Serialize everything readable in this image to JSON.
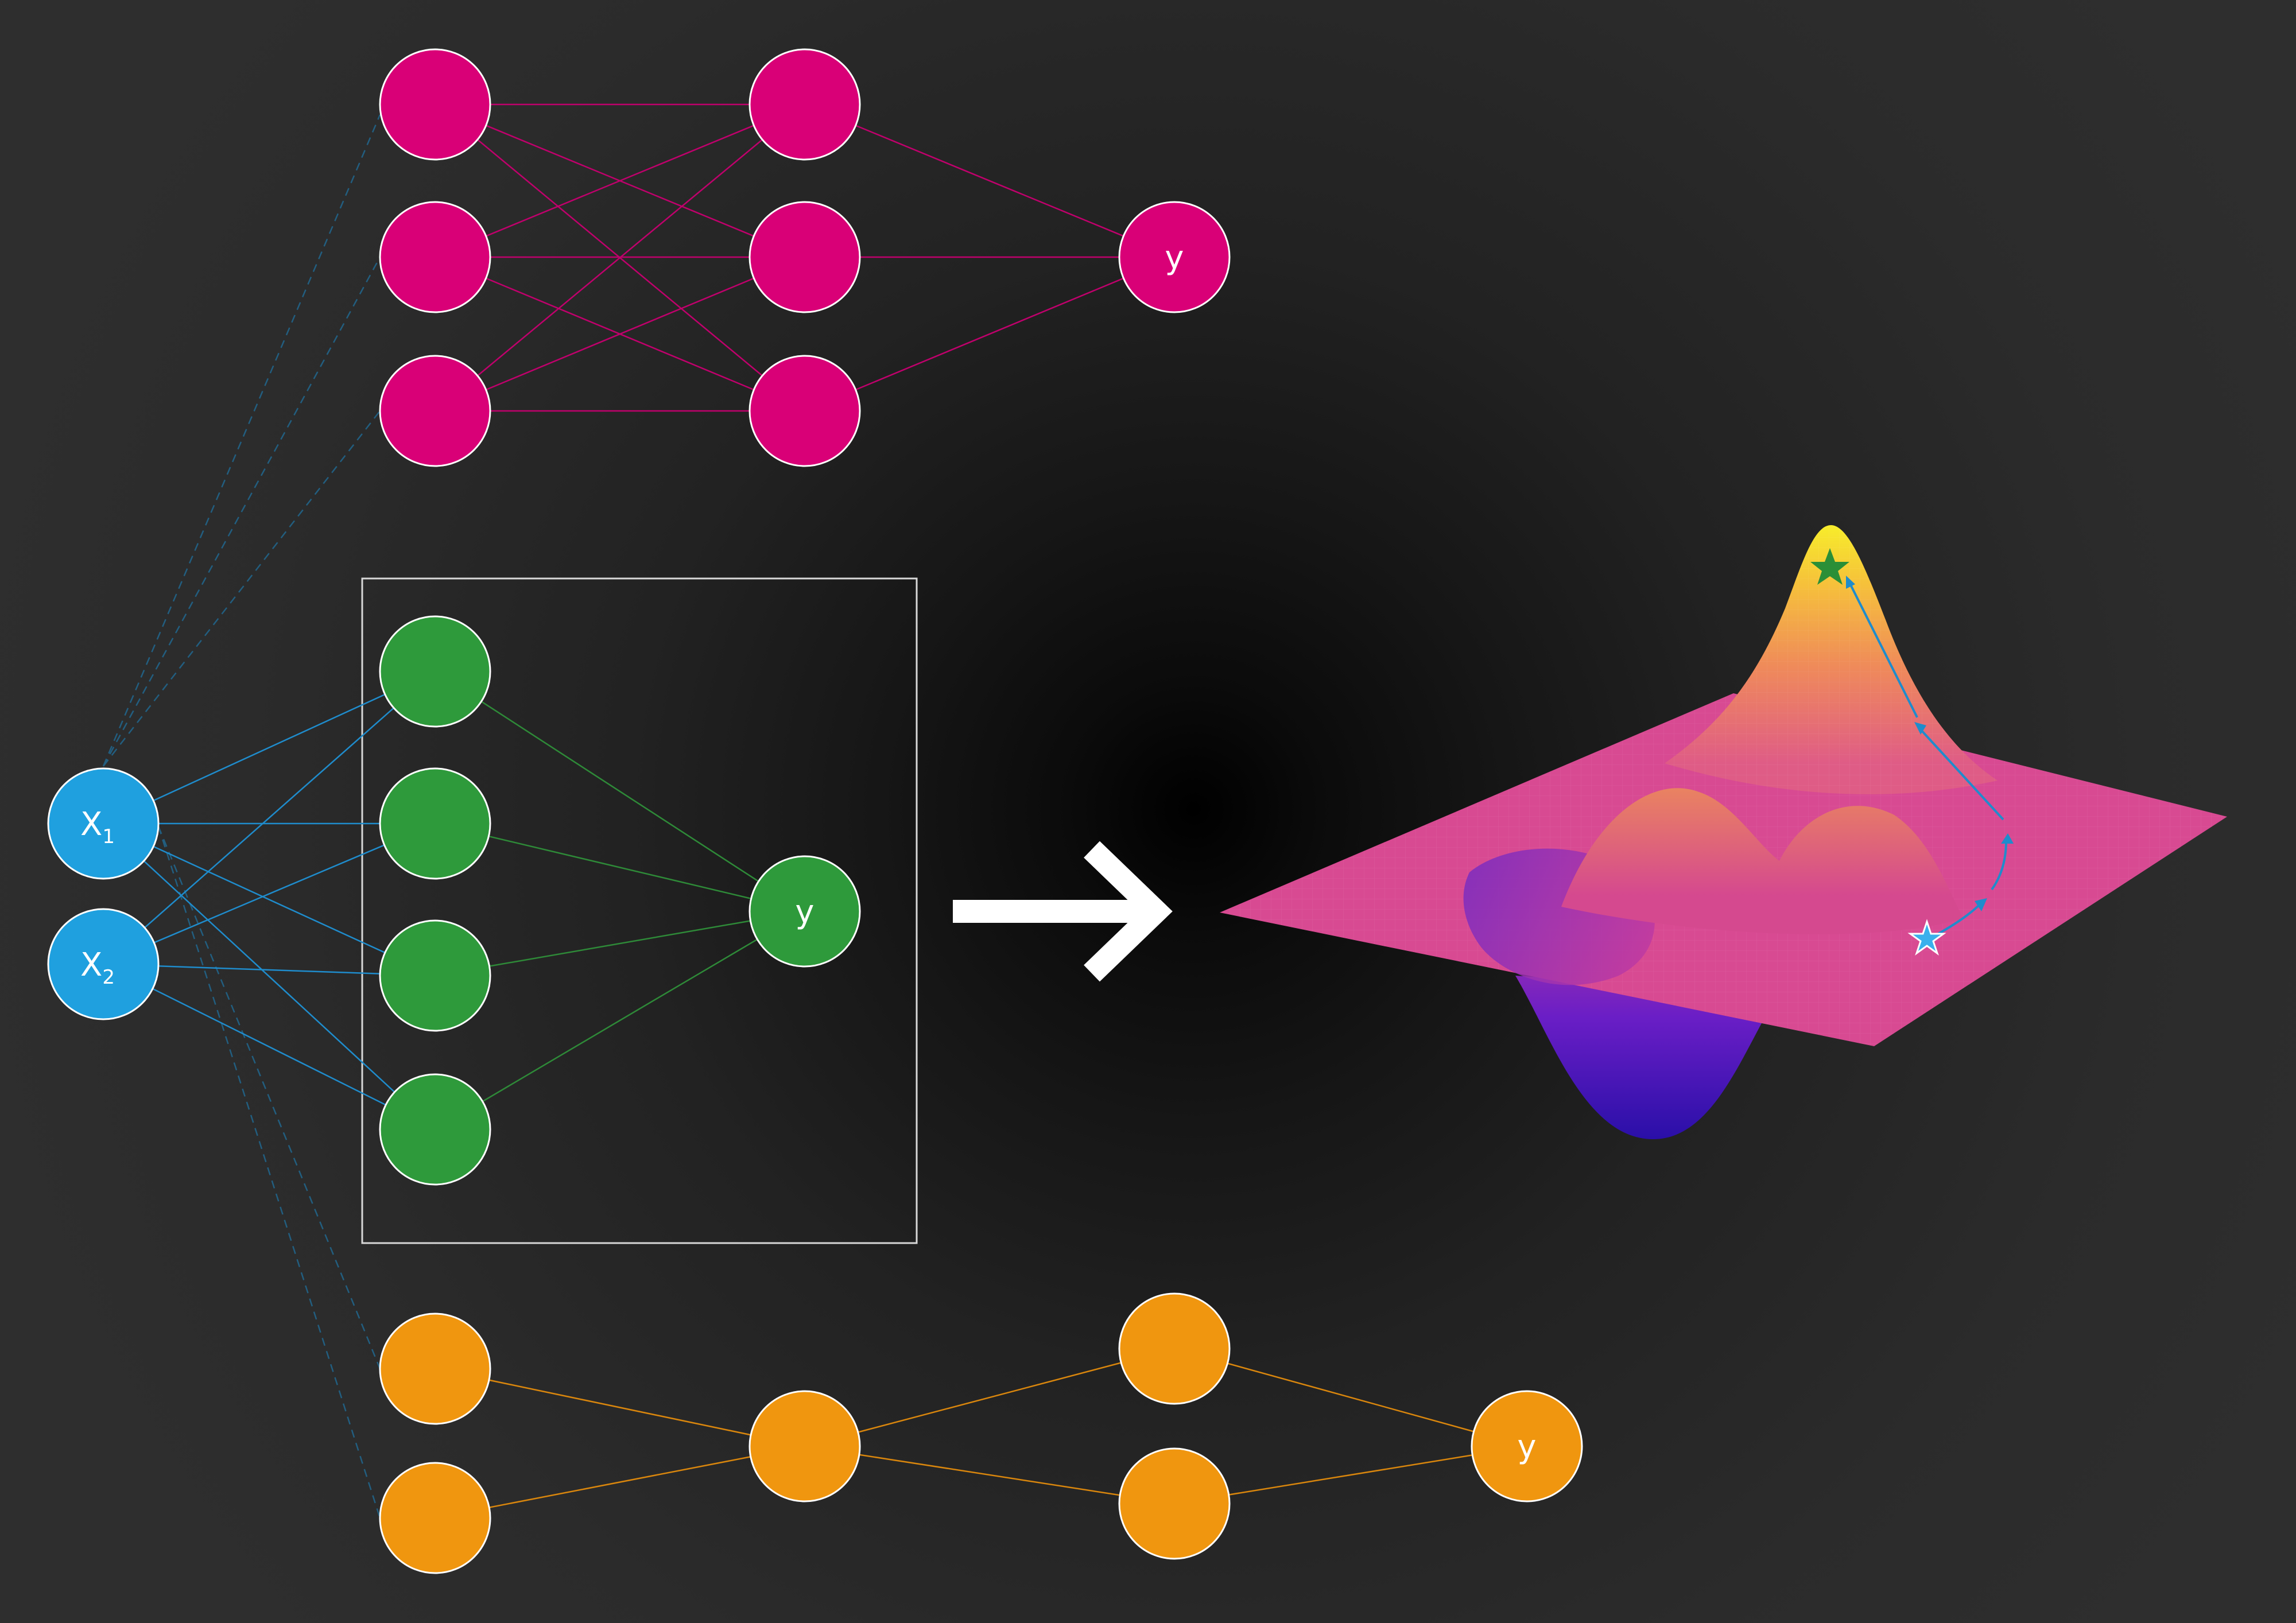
{
  "inputs": [
    {
      "label": "X",
      "sub": "1"
    },
    {
      "label": "X",
      "sub": "2"
    }
  ],
  "networks": {
    "magenta": {
      "output_label": "y"
    },
    "green": {
      "output_label": "y"
    },
    "orange": {
      "output_label": "y"
    }
  },
  "colors": {
    "background": "#2d2d2d",
    "input": "#1fa0df",
    "magenta": "#d90077",
    "green": "#2e9a3b",
    "orange": "#f0960f",
    "arrow": "#ffffff",
    "surface_top": "#f5e32b",
    "surface_mid": "#d84a92",
    "surface_low": "#3a0fb0",
    "start_star": "#1fa0df",
    "end_star": "#2a8f37"
  },
  "icons": {
    "arrow": "right-arrow-icon",
    "start_star": "star-outline-icon",
    "end_star": "star-filled-icon"
  }
}
